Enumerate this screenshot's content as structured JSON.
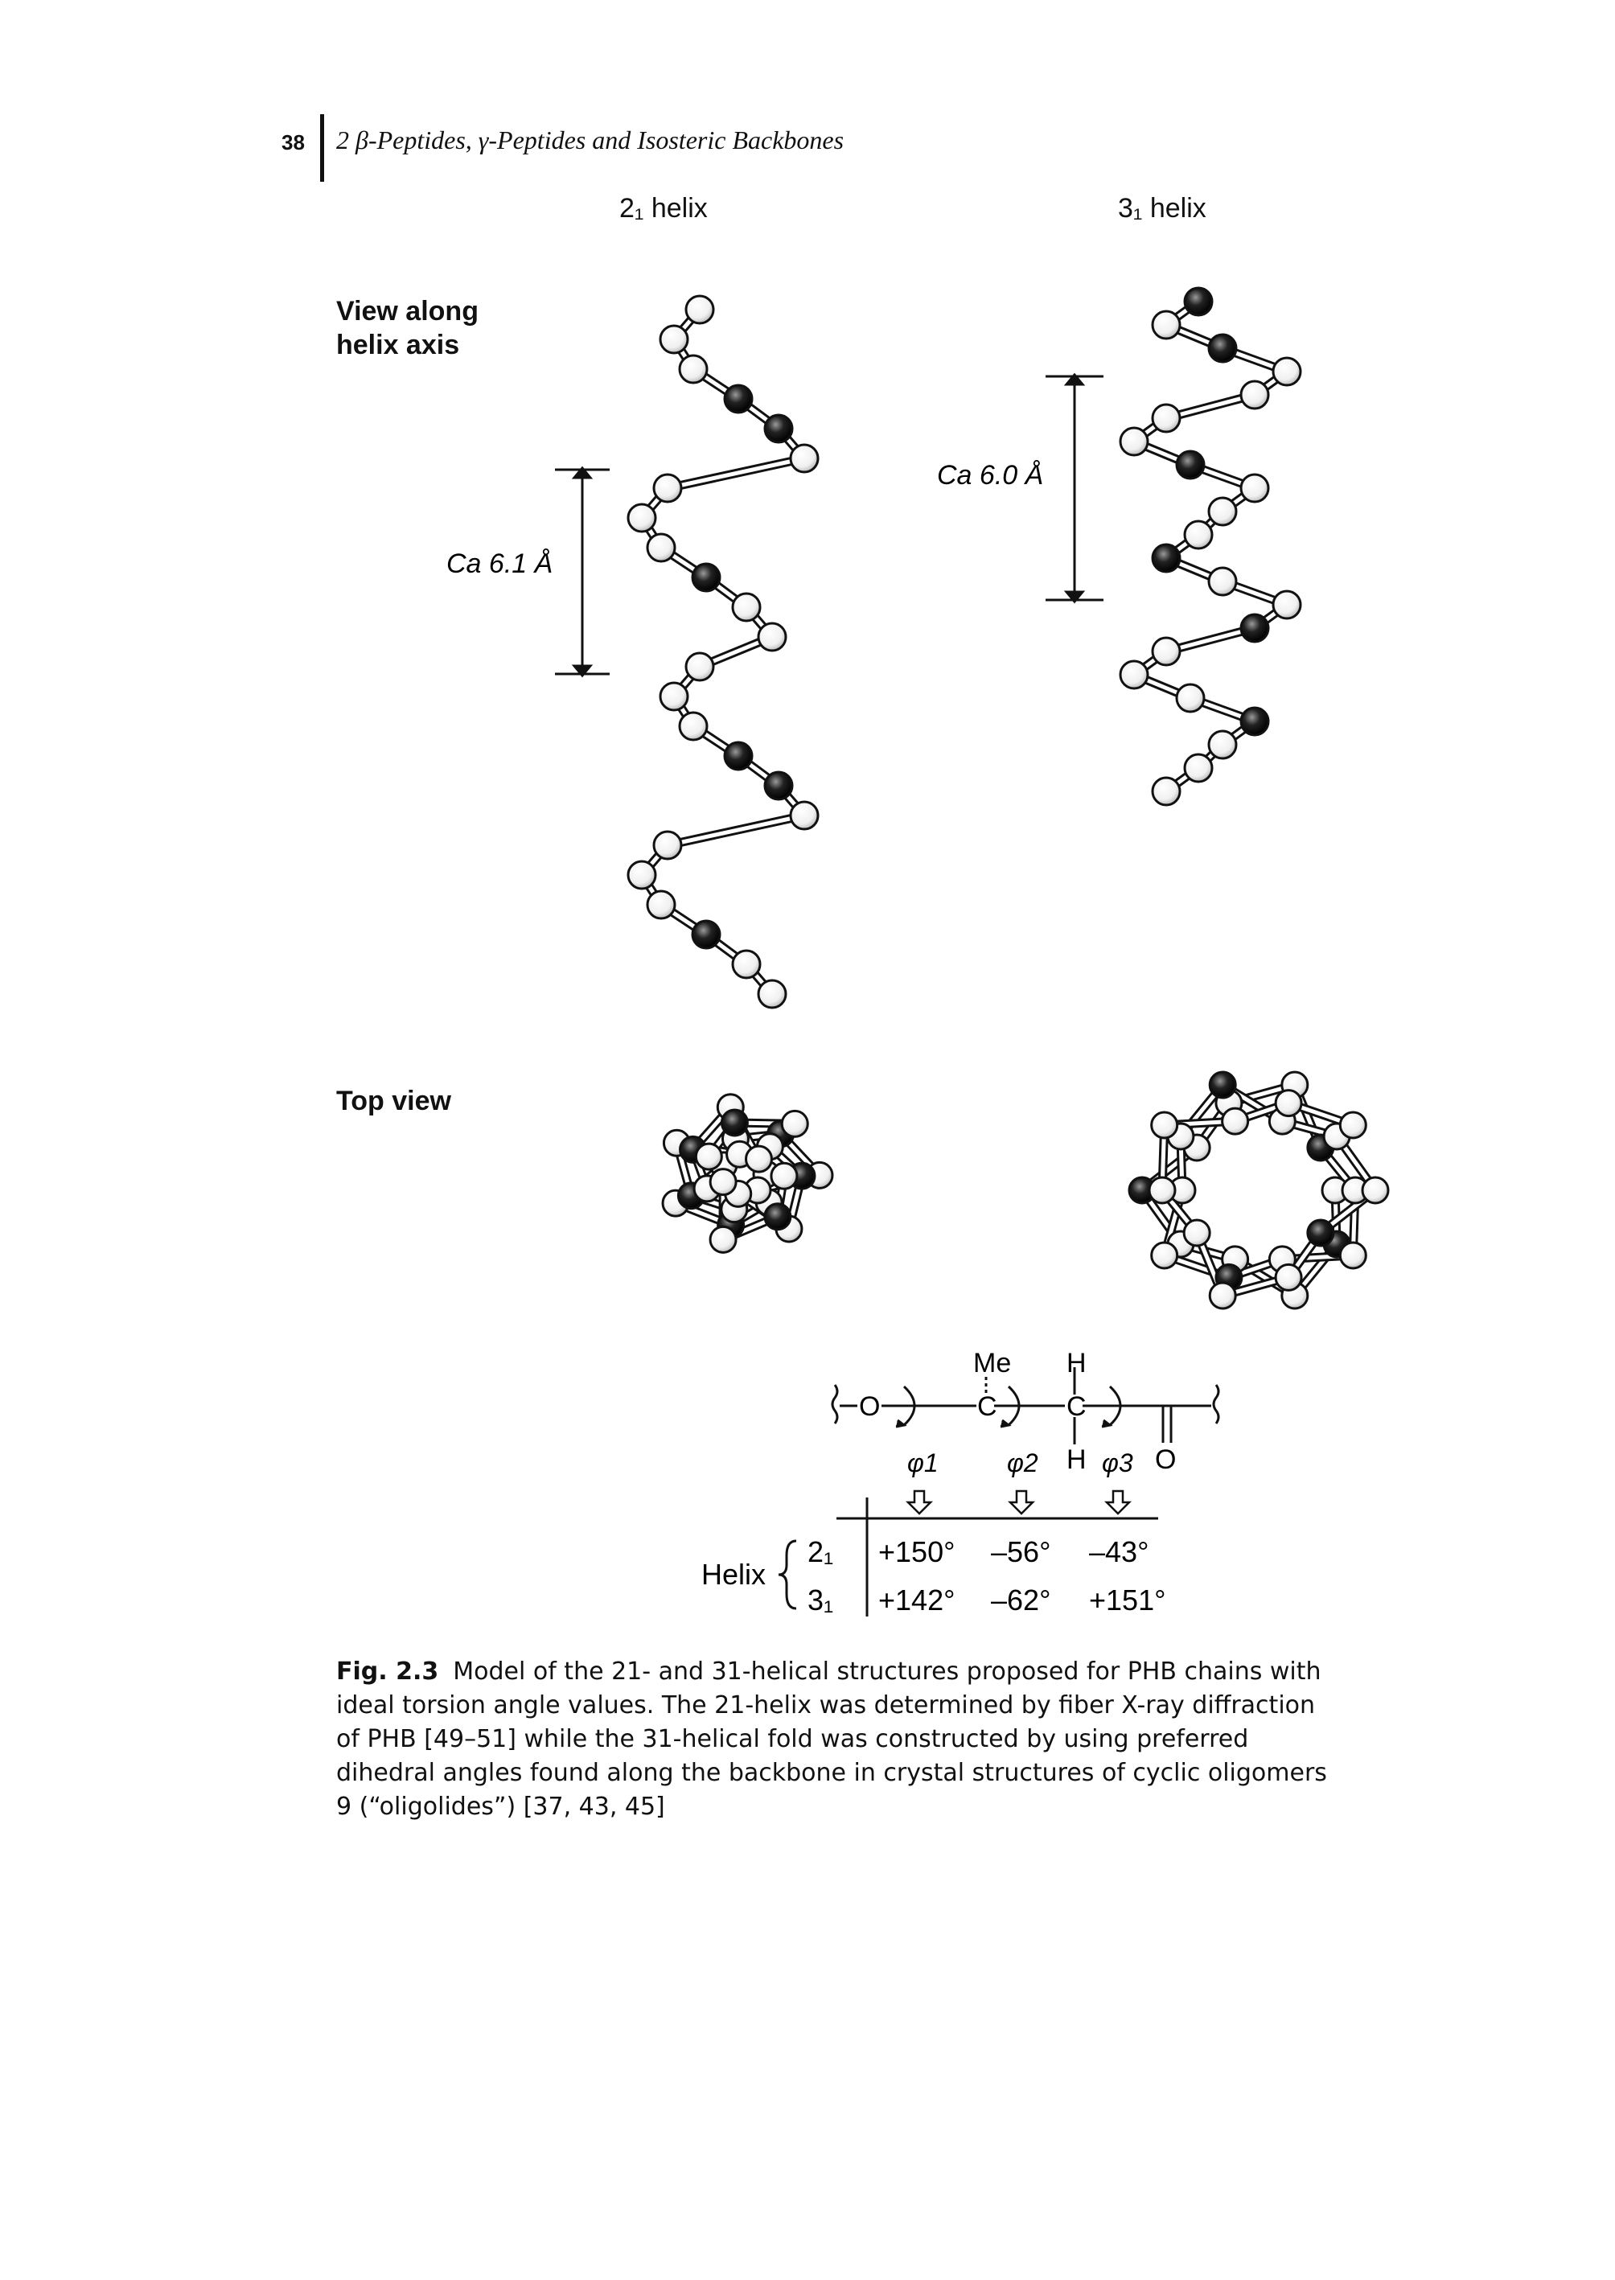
{
  "header": {
    "page_number": "38",
    "running_title": "2 β-Peptides, γ-Peptides and Isosteric Backbones"
  },
  "figure": {
    "col1_title": "2₁ helix",
    "col2_title": "3₁ helix",
    "row1_label_line1": "View along",
    "row1_label_line2": "helix axis",
    "row2_label": "Top view",
    "left_distance": "Ca 6.1 Å",
    "right_distance": "Ca 6.0 Å",
    "scheme": {
      "me": "Me",
      "h_top": "H",
      "h_bottom": "H",
      "o_left": "O",
      "c1": "C",
      "c2": "C",
      "o_carbonyl": "O",
      "phi1": "φ1",
      "phi2": "φ2",
      "phi3": "φ3",
      "helix_label": "Helix"
    },
    "table": {
      "rows": [
        {
          "helix": "2₁",
          "phi1": "+150°",
          "phi2": "–56°",
          "phi3": "–43°"
        },
        {
          "helix": "3₁",
          "phi1": "+142°",
          "phi2": "–62°",
          "phi3": "+151°"
        }
      ]
    }
  },
  "caption": {
    "label": "Fig. 2.3",
    "text": "Model of the 21- and 31-helical structures proposed for PHB chains with ideal torsion angle values. The 21-helix was determined by fiber X-ray diffraction of PHB [49–51] while the 31-helical fold was constructed by using preferred dihedral angles found along the backbone in crystal structures of cyclic oligomers 9 (“oligolides”) [37, 43, 45]"
  }
}
